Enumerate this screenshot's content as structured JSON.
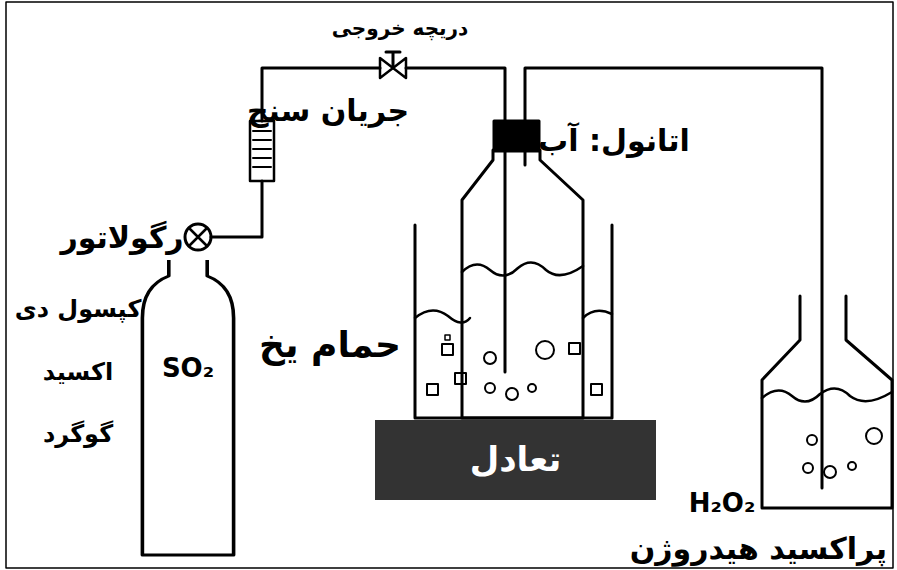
{
  "diagram": {
    "nodes": [
      {
        "text": [
          "SO₂"
        ]
      },
      {
        "text": [
          "تعادل"
        ]
      }
    ],
    "labels": [
      "دریچه خروجی",
      "جریان سنج",
      "اتانول: آب",
      "رگولاتور",
      "کپسول دی اکسید گوگرد",
      "حمام یخ",
      "H₂O₂",
      "پراکسید هیدروژن"
    ]
  }
}
